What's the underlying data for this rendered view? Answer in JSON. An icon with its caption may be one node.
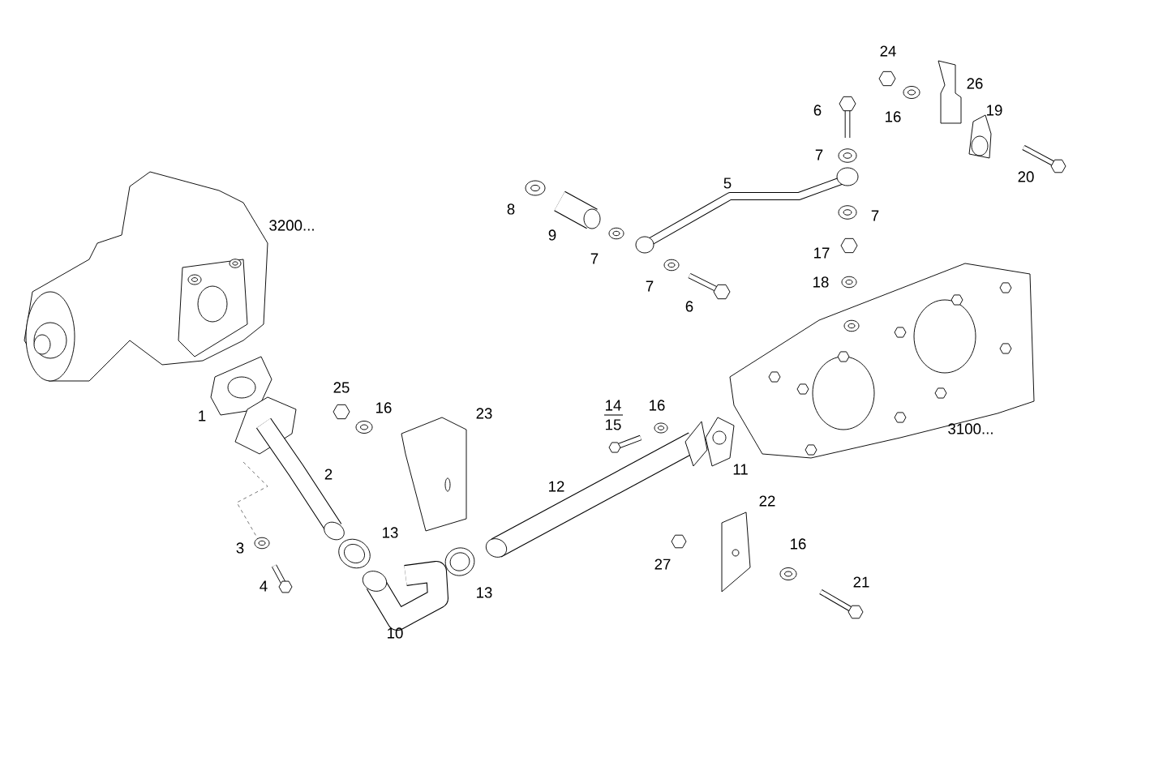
{
  "diagram": {
    "labels": [
      "24",
      "26",
      "6",
      "16",
      "19",
      "7",
      "20",
      "5",
      "8",
      "7",
      "3200...",
      "9",
      "17",
      "7",
      "18",
      "7",
      "6",
      "25",
      "14",
      "16",
      "16",
      "23",
      "1",
      "15",
      "3100...",
      "11",
      "2",
      "12",
      "22",
      "13",
      "16",
      "3",
      "27",
      "21",
      "4",
      "13",
      "10"
    ]
  }
}
